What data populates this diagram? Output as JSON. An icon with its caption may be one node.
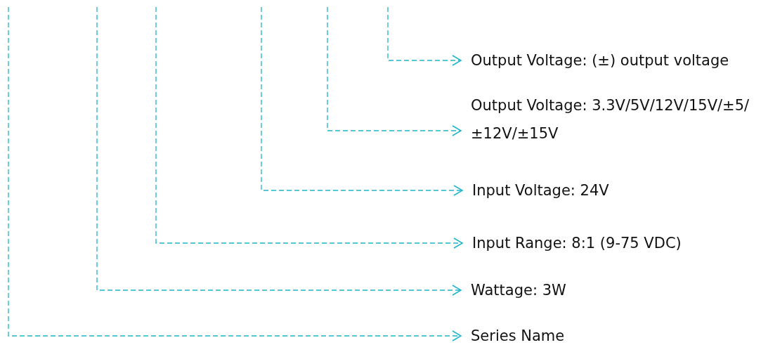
{
  "diagram": {
    "nodes": [
      {
        "text": [
          "Output Voltage: (±) output voltage"
        ]
      },
      {
        "text": [
          "Output Voltage: 3.3V/5V/12V/15V/±5/±12V/±15V"
        ]
      },
      {
        "text": [
          "Input Voltage: 24V"
        ]
      },
      {
        "text": [
          "Input Range: 8:1 (9-75 VDC)"
        ]
      },
      {
        "text": [
          "Wattage: 3W"
        ]
      },
      {
        "text": [
          "Series Name"
        ]
      }
    ],
    "edges": [
      {
        "from": null,
        "to": 0,
        "arrow": "to",
        "style": "dashed"
      },
      {
        "from": null,
        "to": 1,
        "arrow": "to",
        "style": "dashed"
      },
      {
        "from": null,
        "to": 2,
        "arrow": "to",
        "style": "dashed"
      },
      {
        "from": null,
        "to": 3,
        "arrow": "to",
        "style": "dashed"
      },
      {
        "from": null,
        "to": 4,
        "arrow": "to",
        "style": "dashed"
      },
      {
        "from": null,
        "to": 5,
        "arrow": "to",
        "style": "dashed"
      }
    ]
  }
}
